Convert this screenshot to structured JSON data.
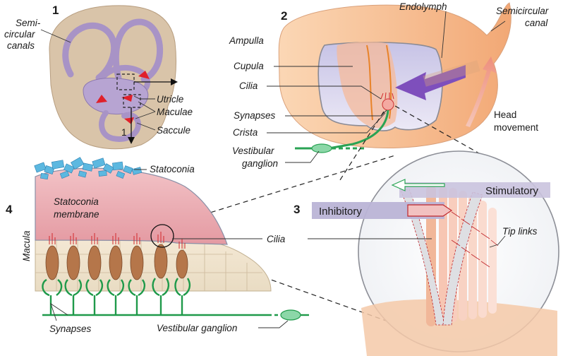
{
  "panel_numbers": {
    "p1": "1",
    "p2": "2",
    "p3": "3",
    "p4": "4"
  },
  "panel1": {
    "semicircular_canals": [
      "Semi-",
      "circular",
      "canals"
    ],
    "utricle": "Utricle",
    "maculae": "Maculae",
    "saccule": "Saccule",
    "arrow_ref": "1"
  },
  "panel2": {
    "endolymph": "Endolymph",
    "semicircular_canal": [
      "Semicircular",
      "canal"
    ],
    "ampulla": "Ampulla",
    "cupula": "Cupula",
    "cilia": "Cilia",
    "synapses": "Synapses",
    "crista": "Crista",
    "vestibular_ganglion": [
      "Vestibular",
      "ganglion"
    ],
    "head_movement": [
      "Head",
      "movement"
    ]
  },
  "panel3": {
    "stimulatory": "Stimulatory",
    "inhibitory": "Inhibitory",
    "tip_links": "Tip links",
    "cilia": "Cilia"
  },
  "panel4": {
    "statoconia": "Statoconia",
    "statoconia_membrane": [
      "Statoconia",
      "membrane"
    ],
    "macula": "Macula",
    "synapses": "Synapses",
    "vestibular_ganglion": "Vestibular ganglion"
  },
  "colors": {
    "bone": "#d8c3a8",
    "endolymph_purple": "#a995c6",
    "ampulla_orange": "#f7c29b",
    "hair_cell": "#b5764a",
    "nerve_green": "#1f9a4a",
    "statoconia_blue": "#5cb8e0",
    "membrane_pink": "#e7a8ae",
    "arrow_violet": "#7e4fbc",
    "stimulatory_band": "#c9c3dc",
    "inhibitory_band": "#b9b3d6"
  }
}
